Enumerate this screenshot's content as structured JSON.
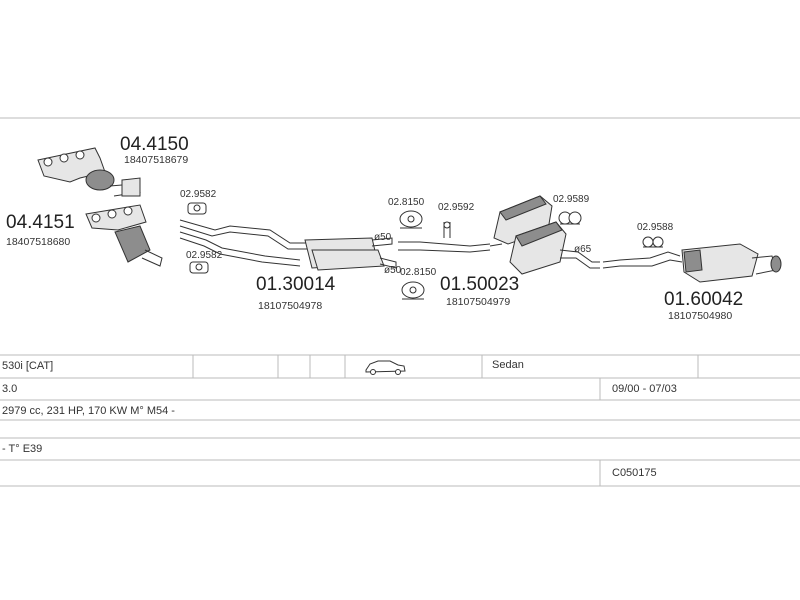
{
  "parts": {
    "manifold_top": {
      "number": "04.4150",
      "oe": "18407518679"
    },
    "manifold_left": {
      "number": "04.4151",
      "oe": "18407518680"
    },
    "front_pipe": {
      "number": "01.30014",
      "oe": "18107504978"
    },
    "middle_pipe": {
      "number": "01.50023",
      "oe": "18107504979"
    },
    "rear_silencer": {
      "number": "01.60042",
      "oe": "18107504980"
    }
  },
  "accessories": {
    "clamp_a": "02.9582",
    "clamp_b": "02.9582",
    "hanger_a": "02.8150",
    "hanger_b": "02.8150",
    "clamp_c": "02.9592",
    "clamp_d": "02.9589",
    "clamp_e": "02.9588"
  },
  "diameters": {
    "d1": "ø50",
    "d2": "ø50",
    "d3": "ø65"
  },
  "vehicle": {
    "model": "530i  [CAT]",
    "body": "Sedan",
    "engine": "3.0",
    "years": "09/00 - 07/03",
    "spec": "2979 cc, 231 HP, 170 KW M° M54 -",
    "type": "- T° E39",
    "code": "C050175"
  },
  "icons": {
    "car": "sedan-car-icon"
  }
}
